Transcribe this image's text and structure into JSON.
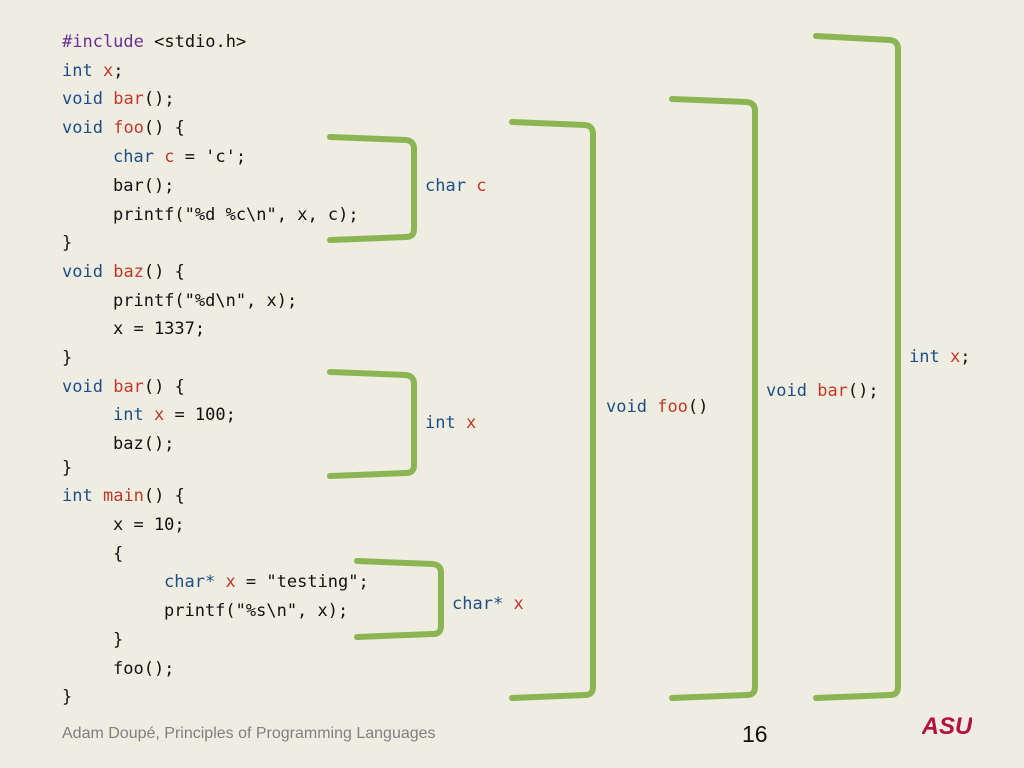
{
  "code": {
    "l1_directive": "#include",
    "l1_rest": " <stdio.h>",
    "l2_type": "int",
    "l2_sp": " ",
    "l2_name": "x",
    "l2_rest": ";",
    "l3_type": "void",
    "l3_sp": " ",
    "l3_name": "bar",
    "l3_rest": "();",
    "l4_type": "void",
    "l4_sp": " ",
    "l4_name": "foo",
    "l4_rest": "() {",
    "l5_type": "char",
    "l5_sp": " ",
    "l5_name": "c",
    "l5_rest": " = 'c';",
    "l6_text": "bar();",
    "l7_text": "printf(\"%d %c\\n\", x, c);",
    "l8_text": "}",
    "l9_type": "void",
    "l9_sp": " ",
    "l9_name": "baz",
    "l9_rest": "() {",
    "l10_text": "printf(\"%d\\n\", x);",
    "l11_text": "x = 1337;",
    "l12_text": "}",
    "l13_type": "void",
    "l13_sp": " ",
    "l13_name": "bar",
    "l13_rest": "() {",
    "l14_type": "int",
    "l14_sp": " ",
    "l14_name": "x",
    "l14_rest": " = 100;",
    "l15_text": "baz();",
    "l16_text": "}",
    "l17_type": "int",
    "l17_sp": " ",
    "l17_name": "main",
    "l17_rest": "() {",
    "l18_text": "x = 10;",
    "l19_text": "{",
    "l20_type": "char*",
    "l20_sp": " ",
    "l20_name": "x",
    "l20_rest": " = \"testing\";",
    "l21_text": "printf(\"%s\\n\", x);",
    "l22_text": "}",
    "l23_text": "foo();",
    "l24_text": "}"
  },
  "scopes": {
    "char_c": {
      "type": "char",
      "sp": " ",
      "name": "c",
      "rest": ""
    },
    "int_x_local": {
      "type": "int",
      "sp": " ",
      "name": "x",
      "rest": ""
    },
    "char_ptr_x": {
      "type": "char*",
      "sp": " ",
      "name": "x",
      "rest": ""
    },
    "void_foo": {
      "type": "void",
      "sp": " ",
      "name": "foo",
      "rest": "()"
    },
    "void_bar": {
      "type": "void",
      "sp": " ",
      "name": "bar",
      "rest": "();"
    },
    "int_x_global": {
      "type": "int",
      "sp": " ",
      "name": "x",
      "rest": ";"
    }
  },
  "footer": {
    "text": "Adam Doupé, Principles of Programming Languages",
    "page_number": "16",
    "logo_text": "ASU"
  },
  "colors": {
    "background": "#efece2",
    "bracket": "#8ab552",
    "keyword": "#1c4f86",
    "identifier": "#c0392b",
    "preprocessor": "#6a2f92",
    "logo": "#b5123d"
  }
}
